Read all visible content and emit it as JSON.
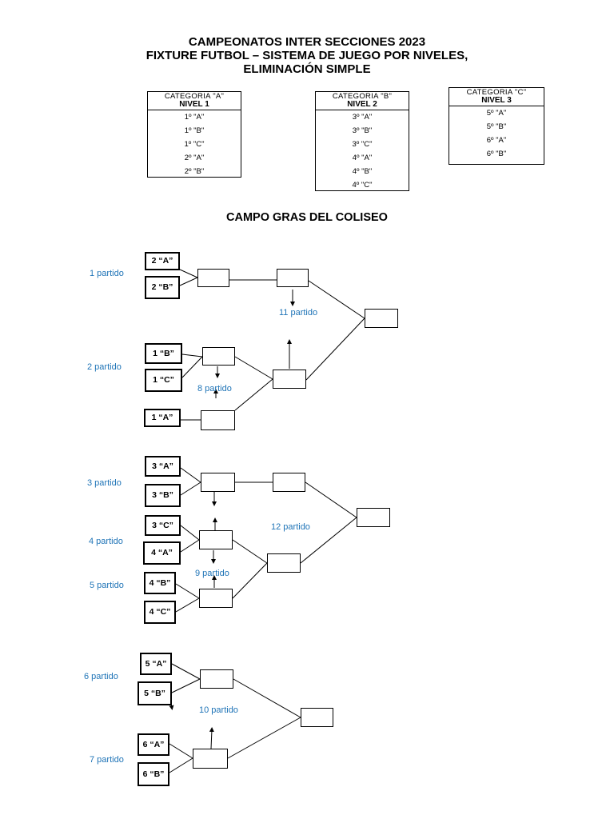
{
  "header": {
    "line1": "CAMPEONATOS INTER SECCIONES 2023",
    "line2": "FIXTURE FUTBOL – SISTEMA DE JUEGO POR NIVELES,",
    "line3": "ELIMINACIÓN SIMPLE"
  },
  "categories": [
    {
      "name": "CATEGORIA \"A\"",
      "level": "NIVEL 1",
      "teams": [
        "1º \"A\"",
        "1º \"B\"",
        "1º \"C\"",
        "2º \"A\"",
        "2º \"B\""
      ]
    },
    {
      "name": "CATEGORIA \"B\"",
      "level": "NIVEL 2",
      "teams": [
        "3º \"A\"",
        "3º \"B\"",
        "3º \"C\"",
        "4º \"A\"",
        "4º \"B\"",
        "4º \"C\""
      ]
    },
    {
      "name": "CATEGORIA \"C\"",
      "level": "NIVEL 3",
      "teams": [
        "5º \"A\"",
        "5º \"B\"",
        "6º \"A\"",
        "6º \"B\""
      ]
    }
  ],
  "venue": "CAMPO GRAS DEL COLISEO",
  "teams": {
    "t2a": "2 “A”",
    "t2b": "2 “B”",
    "t1b": "1 “B”",
    "t1c": "1 “C”",
    "t1a": "1 “A”",
    "t3a": "3 “A”",
    "t3b": "3 “B”",
    "t3c": "3 “C”",
    "t4a": "4 “A”",
    "t4b": "4 “B”",
    "t4c": "4 “C”",
    "t5a": "5 “A”",
    "t5b": "5 “B”",
    "t6a": "6 “A”",
    "t6b": "6 “B”"
  },
  "matches": {
    "p1": "1 partido",
    "p2": "2 partido",
    "p3": "3 partido",
    "p4": "4 partido",
    "p5": "5 partido",
    "p6": "6 partido",
    "p7": "7 partido",
    "p8": "8 partido",
    "p9": "9 partido",
    "p10": "10 partido",
    "p11": "11 partido",
    "p12": "12 partido"
  }
}
